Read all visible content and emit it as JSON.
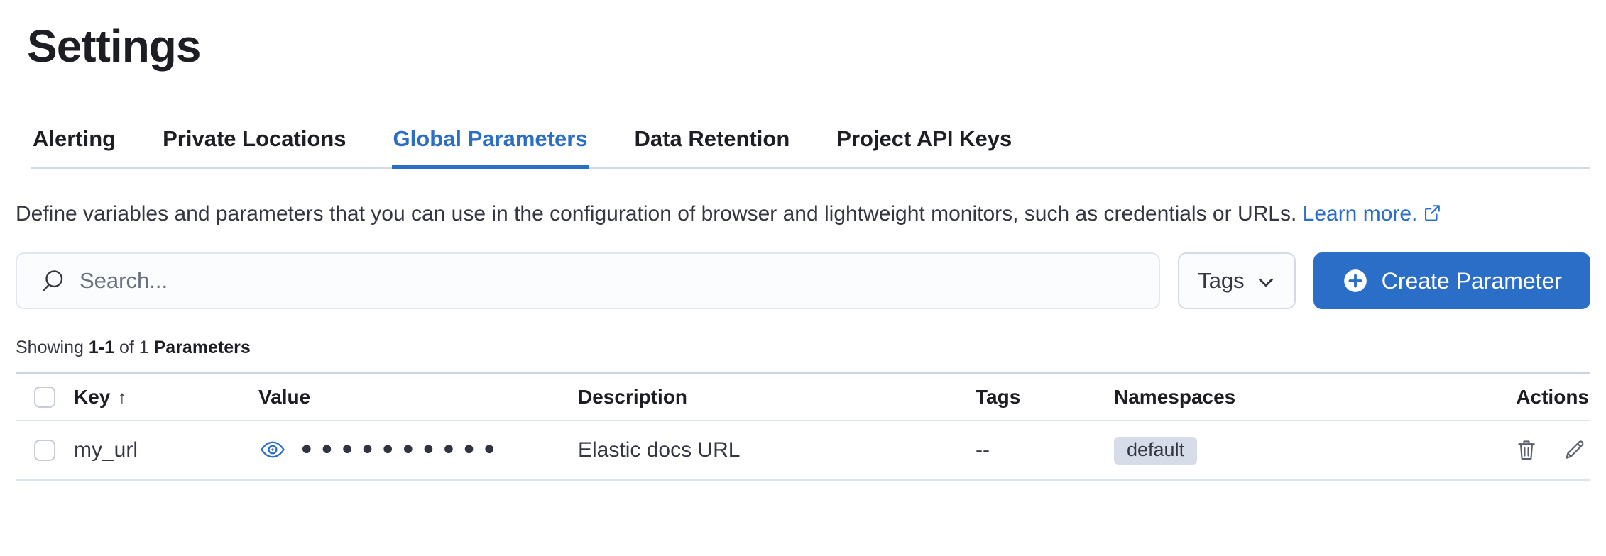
{
  "page": {
    "title": "Settings"
  },
  "tabs": [
    {
      "label": "Alerting",
      "active": false
    },
    {
      "label": "Private Locations",
      "active": false
    },
    {
      "label": "Global Parameters",
      "active": true
    },
    {
      "label": "Data Retention",
      "active": false
    },
    {
      "label": "Project API Keys",
      "active": false
    }
  ],
  "description": {
    "text": "Define variables and parameters that you can use in the configuration of browser and lightweight monitors, such as credentials or URLs.",
    "link_label": "Learn more."
  },
  "toolbar": {
    "search_placeholder": "Search...",
    "tags_button_label": "Tags",
    "create_button_label": "Create Parameter"
  },
  "summary": {
    "showing_label": "Showing",
    "range": "1-1",
    "of_label": "of 1",
    "entity": "Parameters"
  },
  "table": {
    "columns": [
      "Key",
      "Value",
      "Description",
      "Tags",
      "Namespaces",
      "Actions"
    ],
    "sort": {
      "column": "Key",
      "direction": "ascending"
    },
    "rows": [
      {
        "key": "my_url",
        "value_masked": "••••••••••",
        "description": "Elastic docs URL",
        "tags": "--",
        "namespace": "default"
      }
    ]
  },
  "icons": {
    "sort_ascending": "↑"
  },
  "colors": {
    "accent_blue": "#2b6ec8",
    "text_dark": "#1d1e24",
    "text_body": "#343741",
    "border": "#d3dae6",
    "badge_bg": "#d6dce8"
  }
}
